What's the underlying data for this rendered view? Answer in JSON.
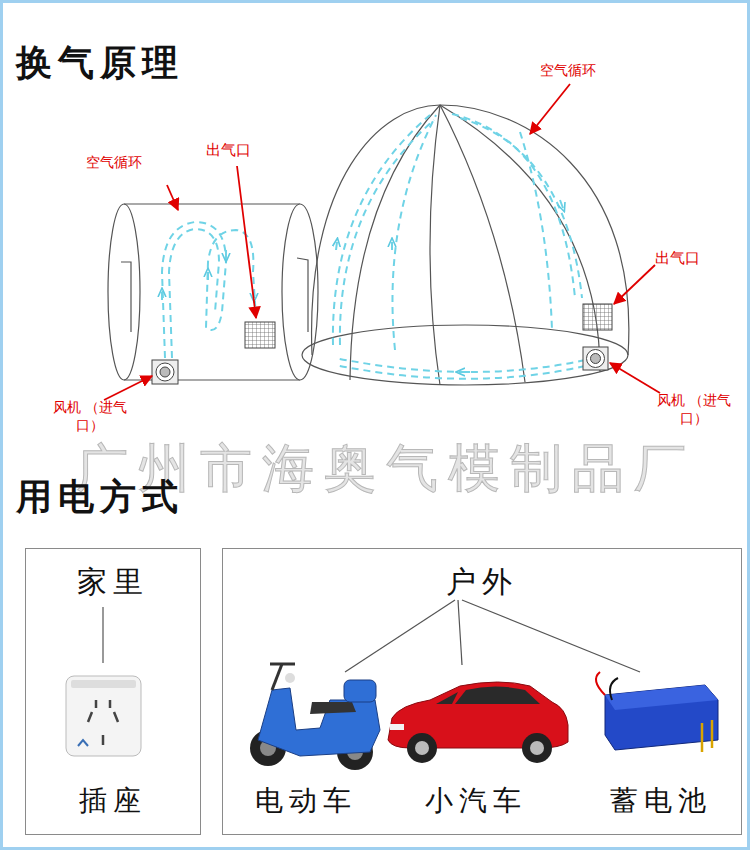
{
  "diagram": {
    "title": "换气原理",
    "nodes": [
      {
        "text": [
          "家里",
          "插座"
        ]
      },
      {
        "text": [
          "户外",
          "电动车",
          "小汽车",
          "蓄电池"
        ]
      }
    ],
    "labels": [
      "空气循环",
      "出气口",
      "空气循环",
      "出气口",
      "风机 （进气口）",
      "风机 （进气口）",
      "广州市海奥气模制品厂",
      "用电方式"
    ]
  }
}
